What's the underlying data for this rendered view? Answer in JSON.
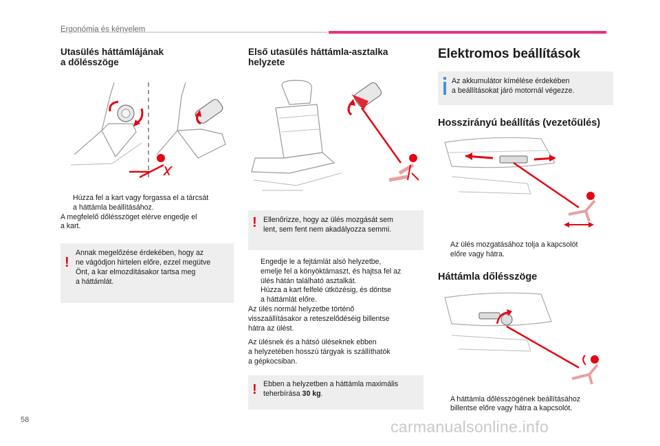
{
  "header": {
    "section": "Ergonómia és kényelem"
  },
  "col1": {
    "title": "Utasülés háttámlájának a dőlésszöge",
    "title_line1": "Utasülés háttámlájának",
    "title_line2": "a dőlésszöge",
    "bullet1_line1": "Húzza fel a kart vagy forgassa el a tárcsát",
    "bullet1_line2": "a háttámla beállításához.",
    "para1_line1": "A megfelelő dőlésszöget elérve engedje el",
    "para1_line2": "a kart.",
    "warning_lines": [
      "Annak megelőzése érdekében, hogy az",
      "ne vágódjon hirtelen előre, ezzel megütve",
      "Önt, a kar elmozdításakor tartsa meg",
      "a háttámlát."
    ]
  },
  "col2": {
    "title_line1": "Első utasülés háttámla-asztalka",
    "title_line2": "helyzete",
    "warning_lines": [
      "Ellenőrizze, hogy az ülés mozgását sem",
      "lent, sem fent nem akadályozza semmi."
    ],
    "bullet1_lines": [
      "Engedje le a fejtámlát alsó helyzetbe,",
      "emelje fel a könyöktámaszt, és hajtsa fel az",
      "ülés hátán található asztalkát."
    ],
    "bullet2_lines": [
      "Húzza a kart felfelé ütközésig, és döntse",
      "a háttámlát előre."
    ],
    "para1_lines": [
      "Az ülés normál helyzetbe történő",
      "visszaállításakor a reteszelődéséig billentse",
      "hátra az ülést."
    ],
    "para2_lines": [
      "Az ülésnek és a hátsó üléseknek ebben",
      "a helyzetében hosszú tárgyak is szállíthatók",
      "a gépkocsiban."
    ],
    "warning2_line1": "Ebben a helyzetben a háttámla maximális",
    "warning2_prefix": "teherbírása ",
    "warning2_bold": "30 kg",
    "warning2_suffix": "."
  },
  "col3": {
    "title": "Elektromos beállítások",
    "info_lines": [
      "Az akkumulátor kímélése érdekében",
      "a beállításokat járó motornál végezze."
    ],
    "sub1": "Hosszirányú beállítás (vezetőülés)",
    "bullet1_lines": [
      "Az ülés mozgatásához tolja a kapcsolót",
      "előre vagy hátra."
    ],
    "sub2": "Háttámla dőlésszöge",
    "bullet2_lines": [
      "A háttámla dőlésszögének beállításához",
      "billentse előre vagy hátra a kapcsolót."
    ]
  },
  "glyphs": {
    "bullet": "",
    "warning": "!"
  },
  "footer": {
    "page_number": "58",
    "watermark": "carmanualsonline.info"
  },
  "colors": {
    "accent_pink": "#e5337d",
    "warning_red": "#e30613",
    "info_blue": "#4a90d9",
    "note_bg": "#eeeeee"
  }
}
